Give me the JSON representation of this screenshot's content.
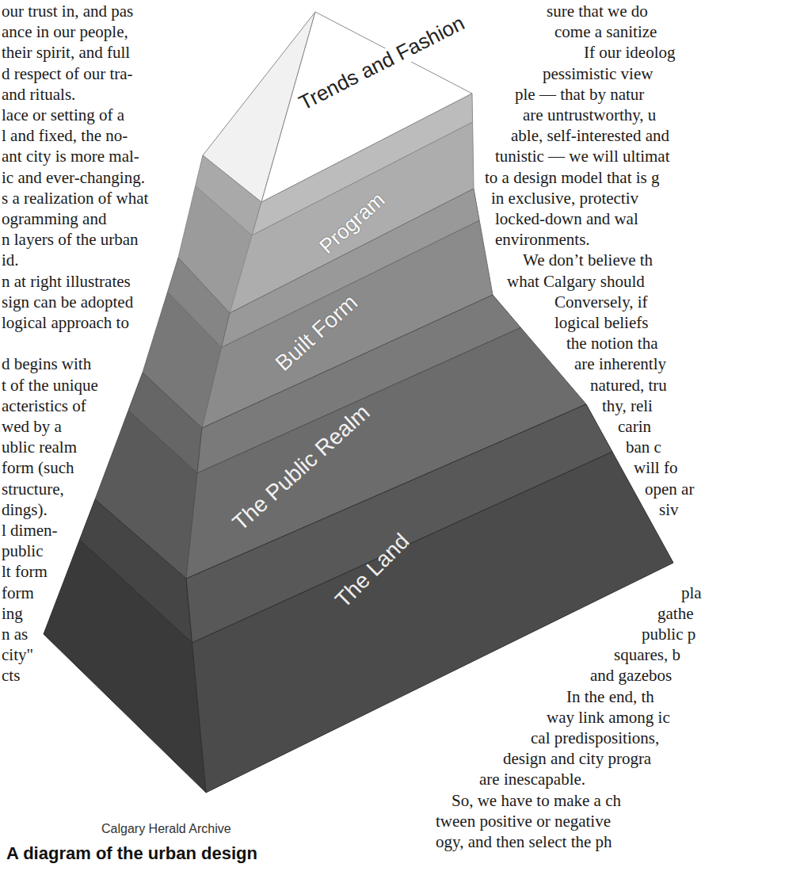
{
  "diagram": {
    "caption": "A diagram of the urban design",
    "nodes": [
      {
        "text": [
          "Trends and Fashion"
        ]
      },
      {
        "text": [
          "Program"
        ]
      },
      {
        "text": [
          "Built Form"
        ]
      },
      {
        "text": [
          "The Public Realm"
        ]
      },
      {
        "text": [
          "The Land"
        ]
      }
    ],
    "labels": [
      "our trust in, and pas",
      "ance in our people,",
      "their spirit, and full",
      "d respect of our tra-",
      "and rituals.",
      "lace or setting of a",
      "l and fixed, the no-",
      "ant city is more mal-",
      "ic and ever-changing.",
      "s a realization of what",
      "ogramming and",
      "n layers of the urban",
      "id.",
      "n at right illustrates",
      "sign can be adopted",
      "logical approach to",
      "d begins with",
      "t of the unique",
      "acteristics of",
      "wed by a",
      "ublic realm",
      "form (such",
      "structure,",
      "dings).",
      "l dimen-",
      "public",
      "lt form",
      "form",
      "ing",
      "n as",
      "city\"",
      "cts",
      "sure that we do",
      "come a sanitize",
      "If our ideolog",
      "pessimistic view",
      "ple — that by natur",
      "are untrustworthy, u",
      "able, self-interested and",
      "tunistic — we will ultimat",
      "to a design model that is g",
      "in exclusive, protectiv",
      "locked-down and wal",
      "environments.",
      "We don’t believe th",
      "what Calgary should",
      "Conversely, if",
      "logical beliefs",
      "the notion tha",
      "are inherently",
      "natured, tru",
      "thy, reli",
      "carin",
      "ban c",
      "will fo",
      "open ar",
      "siv",
      "pla",
      "gathe",
      "public p",
      "squares, b",
      "and gazebos",
      "In the end, th",
      "way link among ic",
      "cal predispositions,",
      "design and city progra",
      "are inescapable.",
      "So, we have to make a ch",
      "tween positive or negative",
      "ogy, and then select the ph",
      "Calgary Herald Archive"
    ]
  }
}
